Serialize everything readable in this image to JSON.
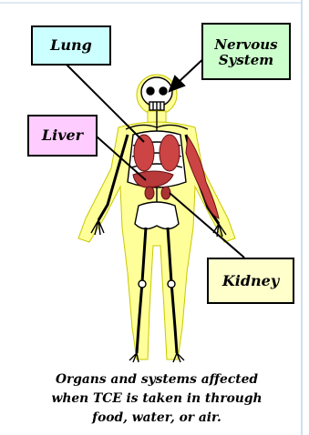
{
  "labels": {
    "lung": "Lung",
    "nervous_line1": "Nervous",
    "nervous_line2": "System",
    "liver": "Liver",
    "kidney": "Kidney"
  },
  "caption": {
    "line1": "Organs and systems affected",
    "line2": "when TCE is taken in through",
    "line3": "food, water, or  air."
  },
  "colors": {
    "lung_box": "#ccffff",
    "nervous_box": "#ccffcc",
    "liver_box": "#ffccff",
    "kidney_box": "#ffffcc",
    "body_fill": "#ffff99",
    "organ_red": "#cc4444"
  }
}
